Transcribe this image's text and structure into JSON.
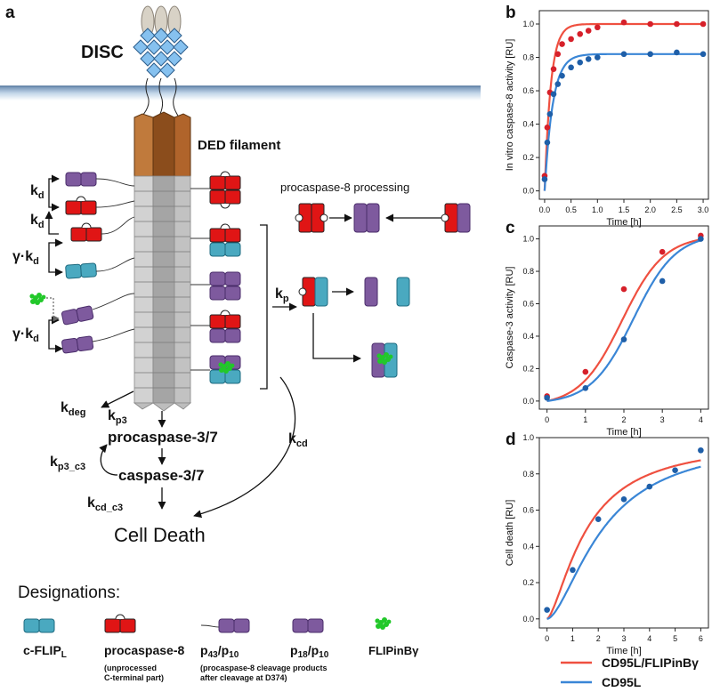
{
  "panel_a": {
    "letter": "a",
    "disc_label": "DISC",
    "ded_label": "DED filament",
    "processing_label": "procaspase-8 processing",
    "rates": {
      "kd_1": "k",
      "kd_1_sub": "d",
      "kd_2": "k",
      "kd_2_sub": "d",
      "gkd_1": "γ·k",
      "gkd_1_sub": "d",
      "gkd_2": "γ·k",
      "gkd_2_sub": "d",
      "kp": "k",
      "kp_sub": "p",
      "kdeg": "k",
      "kdeg_sub": "deg",
      "kp3": "k",
      "kp3_sub": "p3",
      "kp3c3": "k",
      "kp3c3_sub": "p3_c3",
      "kcdc3": "k",
      "kcdc3_sub": "cd_c3",
      "kcd": "k",
      "kcd_sub": "cd"
    },
    "procaspase37": "procaspase-3/7",
    "caspase37": "caspase-3/7",
    "cell_death": "Cell Death"
  },
  "designations": {
    "title": "Designations:",
    "cflip": "c-FLIP",
    "cflip_sub": "L",
    "procaspase8": "procaspase-8",
    "procaspase8_note1": "(unprocessed",
    "procaspase8_note2": "C-terminal part)",
    "p43": "p",
    "p43_sub1": "43",
    "p43_mid": "/p",
    "p43_sub2": "10",
    "p43_note1": "(procaspase-8 cleavage products",
    "p43_note2": " after cleavage at D374)",
    "p18": "p",
    "p18_sub1": "18",
    "p18_mid": "/p",
    "p18_sub2": "10",
    "flipinb": "FLIPinBγ"
  },
  "colors": {
    "cflip": "#4aa9c0",
    "procaspase8": "#e01515",
    "purple": "#7e5a9e",
    "green": "#22c82a",
    "red_line": "#ef5040",
    "blue_line": "#3a86d6",
    "red_dot": "#d6202a",
    "blue_dot": "#1f5fa8"
  },
  "legend": {
    "red": "CD95L/FLIPinBγ",
    "blue": "CD95L"
  },
  "chart_data": [
    {
      "panel": "b",
      "type": "scatter",
      "xlabel": "Time [h]",
      "ylabel": "In vitro caspase-8 activity [RU]",
      "xlim": [
        -0.1,
        3.1
      ],
      "ylim": [
        -0.05,
        1.08
      ],
      "xticks": [
        0.0,
        0.5,
        1.0,
        1.5,
        2.0,
        2.5,
        3.0
      ],
      "xticklabels": [
        "0.0",
        "0.5",
        "1.0",
        "1.5",
        "2.0",
        "2.5",
        "3.0"
      ],
      "yticks": [
        0.0,
        0.2,
        0.4,
        0.6,
        0.8,
        1.0
      ],
      "yticklabels": [
        "0.0",
        "0.2",
        "0.4",
        "0.6",
        "0.8",
        "1.0"
      ],
      "series": [
        {
          "name": "CD95L/FLIPinBγ",
          "color": "red",
          "x": [
            0,
            0.05,
            0.1,
            0.17,
            0.25,
            0.33,
            0.5,
            0.67,
            0.83,
            1.0,
            1.5,
            2.0,
            2.5,
            3.0
          ],
          "y": [
            0.09,
            0.38,
            0.59,
            0.73,
            0.82,
            0.88,
            0.91,
            0.94,
            0.96,
            0.98,
            1.01,
            1.0,
            1.0,
            1.0
          ],
          "fit": {
            "model": "exp",
            "ymax": 1.0,
            "k": 8.5,
            "y0": 0.0
          }
        },
        {
          "name": "CD95L",
          "color": "blue",
          "x": [
            0,
            0.05,
            0.1,
            0.17,
            0.25,
            0.33,
            0.5,
            0.67,
            0.83,
            1.0,
            1.5,
            2.0,
            2.5,
            3.0
          ],
          "y": [
            0.07,
            0.29,
            0.46,
            0.58,
            0.64,
            0.69,
            0.74,
            0.77,
            0.79,
            0.8,
            0.82,
            0.82,
            0.83,
            0.82
          ],
          "fit": {
            "model": "exp",
            "ymax": 0.82,
            "k": 6.5,
            "y0": 0.0
          }
        }
      ]
    },
    {
      "panel": "c",
      "type": "scatter",
      "xlabel": "Time [h]",
      "ylabel": "Caspase-3 activity [RU]",
      "xlim": [
        -0.2,
        4.2
      ],
      "ylim": [
        -0.05,
        1.08
      ],
      "xticks": [
        0,
        1,
        2,
        3,
        4
      ],
      "xticklabels": [
        "0",
        "1",
        "2",
        "3",
        "4"
      ],
      "yticks": [
        0.0,
        0.2,
        0.4,
        0.6,
        0.8,
        1.0
      ],
      "yticklabels": [
        "0.0",
        "0.2",
        "0.4",
        "0.6",
        "0.8",
        "1.0"
      ],
      "series": [
        {
          "name": "CD95L/FLIPinBγ",
          "color": "red",
          "x": [
            0,
            1,
            2,
            3,
            4
          ],
          "y": [
            0.03,
            0.18,
            0.69,
            0.92,
            1.02
          ],
          "fit": {
            "model": "logistic",
            "top": 1.05,
            "x0": 1.95,
            "s": 0.55,
            "base": 0.0
          }
        },
        {
          "name": "CD95L",
          "color": "blue",
          "x": [
            0,
            1,
            2,
            3,
            4
          ],
          "y": [
            0.02,
            0.08,
            0.38,
            0.74,
            1.0
          ],
          "fit": {
            "model": "logistic",
            "top": 1.05,
            "x0": 2.25,
            "s": 0.55,
            "base": 0.0
          }
        }
      ]
    },
    {
      "panel": "d",
      "type": "scatter",
      "xlabel": "Time [h]",
      "ylabel": "Cell death [RU]",
      "xlim": [
        -0.3,
        6.3
      ],
      "ylim": [
        -0.05,
        1.0
      ],
      "xticks": [
        0,
        1,
        2,
        3,
        4,
        5,
        6
      ],
      "xticklabels": [
        "0",
        "1",
        "2",
        "3",
        "4",
        "5",
        "6"
      ],
      "yticks": [
        0.0,
        0.2,
        0.4,
        0.6,
        0.8,
        1.0
      ],
      "yticklabels": [
        "0.0",
        "0.2",
        "0.4",
        "0.6",
        "0.8",
        "1.0"
      ],
      "series": [
        {
          "name": "CD95L/FLIPinBγ",
          "color": "red",
          "x": [],
          "y": [],
          "fit": {
            "model": "hill",
            "top": 0.99,
            "h": 1.55,
            "n": 1.5
          }
        },
        {
          "name": "CD95L",
          "color": "blue",
          "x": [
            0,
            1,
            2,
            3,
            4,
            5,
            6
          ],
          "y": [
            0.05,
            0.27,
            0.55,
            0.66,
            0.73,
            0.82,
            0.93
          ],
          "fit": {
            "model": "hill",
            "top": 1.0,
            "h": 2.2,
            "n": 1.65
          }
        }
      ]
    }
  ]
}
